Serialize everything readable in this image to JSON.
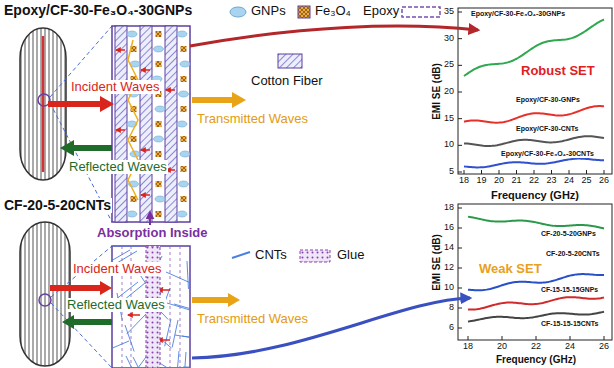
{
  "diagram": {
    "labels": [
      "Epoxy/CF-30-Fe₃O₄-30GNPs",
      "Incident Waves",
      "Transmitted Waves",
      "Reflected Waves",
      "Absorption Inside",
      "Robust SET",
      "EMI SE (dB)",
      "Frequency (GHz)",
      "5",
      "10",
      "15",
      "20",
      "25",
      "30",
      "35",
      "18",
      "19",
      "20",
      "21",
      "22",
      "23",
      "24",
      "25",
      "26",
      "Epoxy/CF-30-Fe₃O₄-30GNPs",
      "Epoxy/CF-30-GNPs",
      "Epoxy/CF-30-CNTs",
      "Epoxy/CF-30-Fe₃O₄-30CNTs",
      "CF-20-5-20CNTs",
      "Incident Waves",
      "Transmitted Waves",
      "Reflected Waves",
      "Weak SET",
      "EMI SE (dB)",
      "Frequency (GHz)",
      "6",
      "8",
      "10",
      "12",
      "14",
      "16",
      "18",
      "18",
      "20",
      "22",
      "24",
      "26",
      "CF-20-5-20GNPs",
      "CF-20-5-20CNTs",
      "CF-15-15-15GNPs",
      "CF-15-15-15CNTs"
    ],
    "legend": [
      {
        "text": "GNPs"
      },
      {
        "text": "Fe₃O₄"
      },
      {
        "text": "Epoxy"
      },
      {
        "text": "Cotton Fiber"
      },
      {
        "text": "CNTs"
      },
      {
        "text": "Glue"
      }
    ]
  }
}
